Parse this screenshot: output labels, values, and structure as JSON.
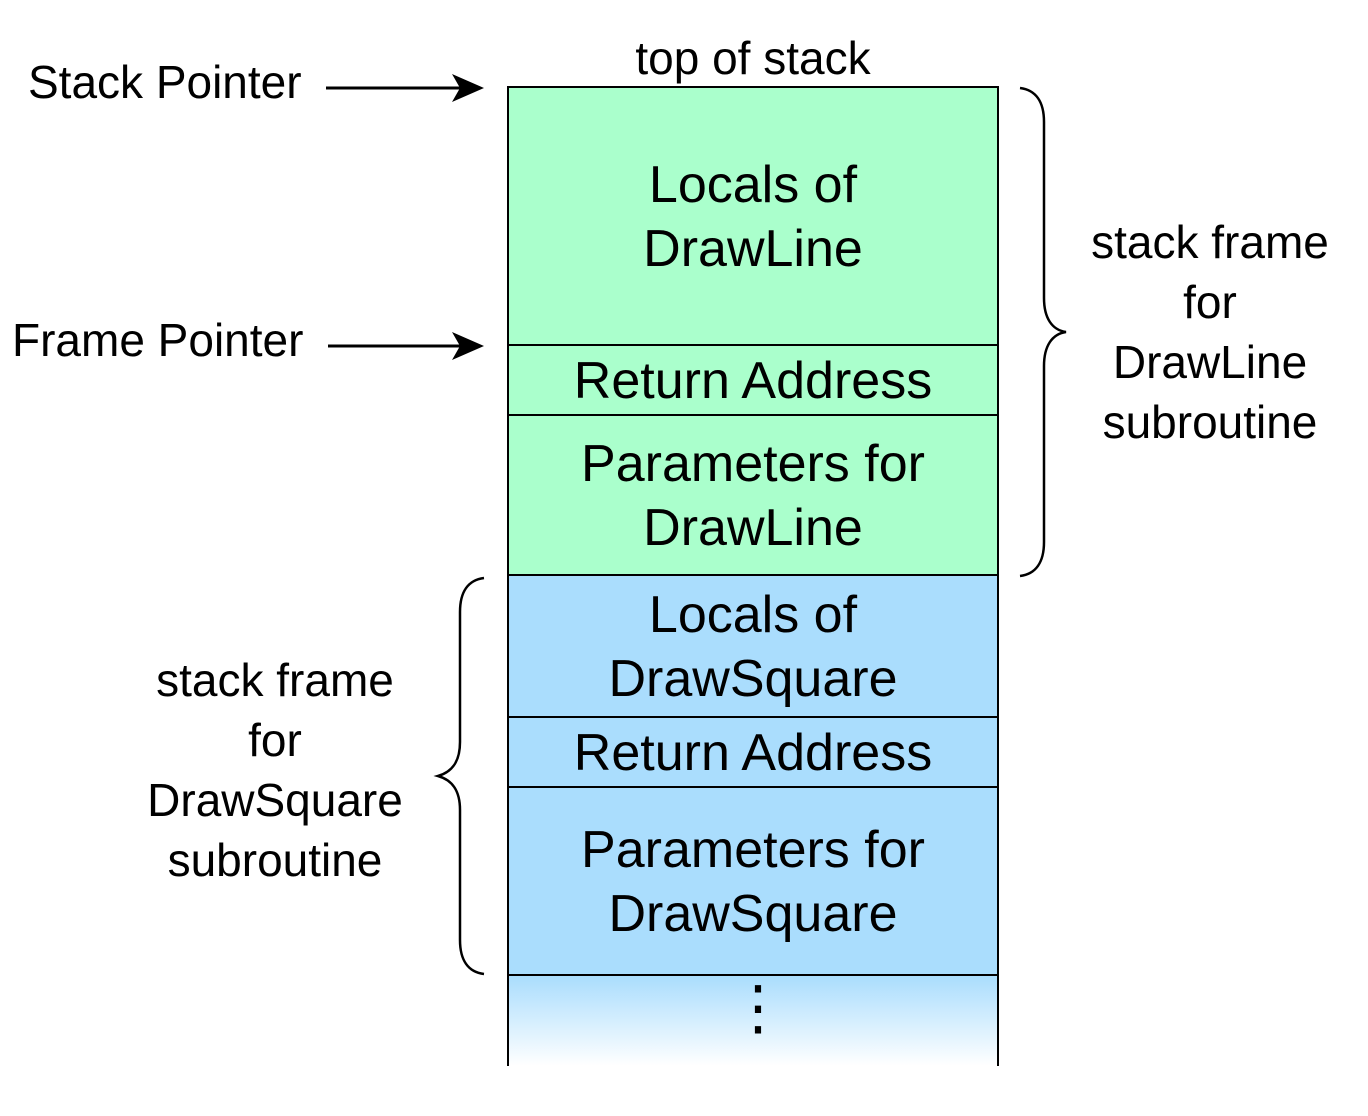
{
  "diagram": {
    "top_label": "top of stack",
    "pointers": {
      "stack_pointer": "Stack Pointer",
      "frame_pointer": "Frame Pointer"
    },
    "cells": [
      {
        "lines": [
          "Locals of",
          "DrawLine"
        ],
        "color": "#aaffcc"
      },
      {
        "lines": [
          "Return Address"
        ],
        "color": "#aaffcc"
      },
      {
        "lines": [
          "Parameters for",
          "DrawLine"
        ],
        "color": "#aaffcc"
      },
      {
        "lines": [
          "Locals of",
          "DrawSquare"
        ],
        "color": "#aaddfd"
      },
      {
        "lines": [
          "Return Address"
        ],
        "color": "#aaddfd"
      },
      {
        "lines": [
          "Parameters for",
          "DrawSquare"
        ],
        "color": "#aaddfd"
      }
    ],
    "continuation": "⋮",
    "frames": {
      "drawline": [
        "stack frame",
        "for",
        "DrawLine",
        "subroutine"
      ],
      "drawsquare": [
        "stack frame",
        "for",
        "DrawSquare",
        "subroutine"
      ]
    }
  }
}
